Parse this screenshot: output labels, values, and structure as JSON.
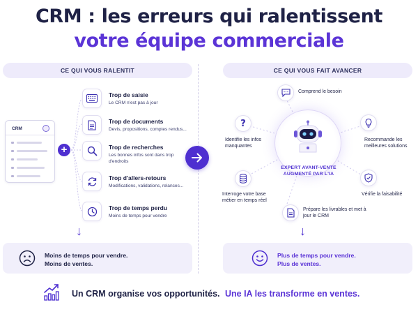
{
  "title": {
    "line1": "CRM : les erreurs qui ralentissent",
    "line2": "votre équipe commerciale"
  },
  "left": {
    "header": "CE QUI VOUS RALENTIT",
    "crm_card_label": "CRM",
    "items": [
      {
        "icon": "keyboard-icon",
        "title": "Trop de saisie",
        "subtitle": "Le CRM n'est pas à jour"
      },
      {
        "icon": "document-icon",
        "title": "Trop de documents",
        "subtitle": "Devis, propositions, comptes rendus..."
      },
      {
        "icon": "search-icon",
        "title": "Trop de recherches",
        "subtitle": "Les bonnes infos sont dans trop d'endroits"
      },
      {
        "icon": "refresh-icon",
        "title": "Trop d'allers-retours",
        "subtitle": "Modifications, validations, relances..."
      },
      {
        "icon": "clock-icon",
        "title": "Trop de temps perdu",
        "subtitle": "Moins de temps pour vendre"
      }
    ],
    "result": {
      "line1": "Moins de temps pour vendre.",
      "line2": "Moins de ventes.",
      "icon": "sad-face-icon"
    }
  },
  "right": {
    "header": "CE QUI VOUS FAIT AVANCER",
    "hub_label": "EXPERT AVANT-VENTE AUGMENTÉ PAR L'IA",
    "nodes": [
      {
        "icon": "chat-icon",
        "label": "Comprend le besoin"
      },
      {
        "icon": "question-icon",
        "label": "Identifie les infos manquantes"
      },
      {
        "icon": "lightbulb-icon",
        "label": "Recommande les meilleures solutions"
      },
      {
        "icon": "database-icon",
        "label": "Interroge votre base métier en temps réel"
      },
      {
        "icon": "shield-check-icon",
        "label": "Vérifie la faisabilité"
      },
      {
        "icon": "file-icon",
        "label": "Prépare les livrables et met à jour le CRM"
      }
    ],
    "result": {
      "line1": "Plus de temps pour vendre.",
      "line2": "Plus de ventes.",
      "icon": "happy-face-icon"
    }
  },
  "footer": {
    "part1": "Un CRM organise vos opportunités.",
    "part2": "Une IA les transforme en ventes.",
    "icon": "growth-chart-icon"
  },
  "colors": {
    "accent": "#5b34d6",
    "dark": "#1f2246",
    "band": "#eeebfb"
  }
}
